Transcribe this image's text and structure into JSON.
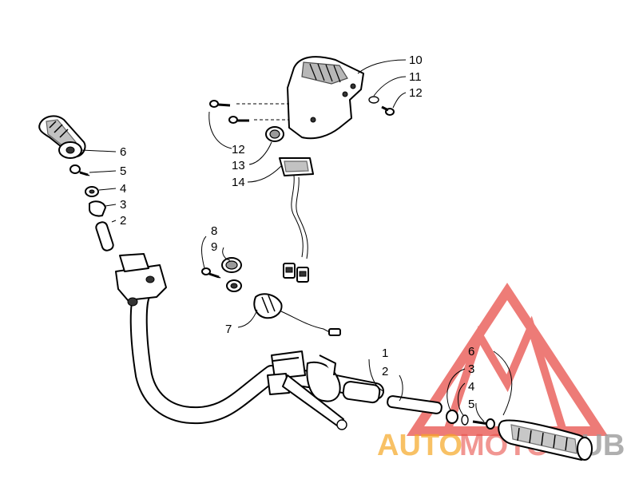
{
  "callouts": {
    "left_6": "6",
    "left_5": "5",
    "left_4": "4",
    "left_3": "3",
    "left_2": "2",
    "c_8": "8",
    "c_9": "9",
    "c_7": "7",
    "t_10": "10",
    "t_11": "11",
    "t_12r": "12",
    "t_12l": "12",
    "t_13": "13",
    "t_14": "14",
    "r_1": "1",
    "r_2": "2",
    "r_6": "6",
    "r_3": "3",
    "r_4": "4",
    "r_5": "5"
  },
  "watermark": {
    "word_a": "AUTO",
    "word_b": "MOTO",
    "word_c": "HUB",
    "color_red": "#e8504a",
    "color_orange": "#f5a623",
    "color_gray": "#9b9b9b"
  }
}
